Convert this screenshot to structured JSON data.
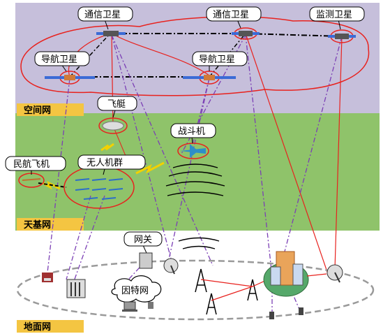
{
  "layers": {
    "space": "空间网",
    "air": "天基网",
    "ground": "地面网"
  },
  "nodes": {
    "comm_sat_1": "通信卫星",
    "comm_sat_2": "通信卫星",
    "monitor_sat": "监测卫星",
    "nav_sat_1": "导航卫星",
    "nav_sat_2": "导航卫星",
    "airship": "飞艇",
    "fighter": "战斗机",
    "civil_aircraft": "民航飞机",
    "uav_swarm": "无人机群",
    "gateway": "网关",
    "internet": "因特网"
  },
  "colors": {
    "space_band": "#c6bfdb",
    "air_band": "#8fc36a",
    "label_bg": "#f4c542",
    "link_red": "#e8221e",
    "link_purple": "#7b3fb5",
    "link_black": "#000000"
  }
}
